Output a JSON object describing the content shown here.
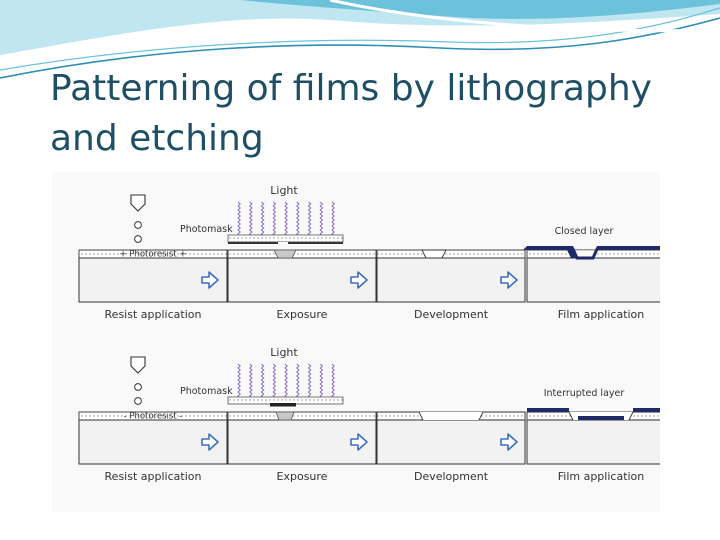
{
  "slide": {
    "title_line1": "Patterning of films by lithography",
    "title_line2": "and etching"
  },
  "theme": {
    "wave_dark": "#2e8fb4",
    "wave_mid": "#6cc2db",
    "wave_light": "#bfe6f1",
    "title_color": "#1f4f66",
    "light_color": "#8a6cc4",
    "arrow_color": "#3d6ec2",
    "film_color": "#1f2a66"
  },
  "diagram": {
    "rows": [
      {
        "light_label": "Light",
        "photomask_label": "Photomask",
        "resist_label": "+ Photoresist +",
        "layer_label": "Closed layer",
        "steps": [
          "Resist application",
          "Exposure",
          "Development",
          "Film application"
        ]
      },
      {
        "light_label": "Light",
        "photomask_label": "Photomask",
        "resist_label": "- Photoresist -",
        "layer_label": "Interrupted layer",
        "steps": [
          "Resist application",
          "Exposure",
          "Development",
          "Film application"
        ]
      }
    ]
  }
}
